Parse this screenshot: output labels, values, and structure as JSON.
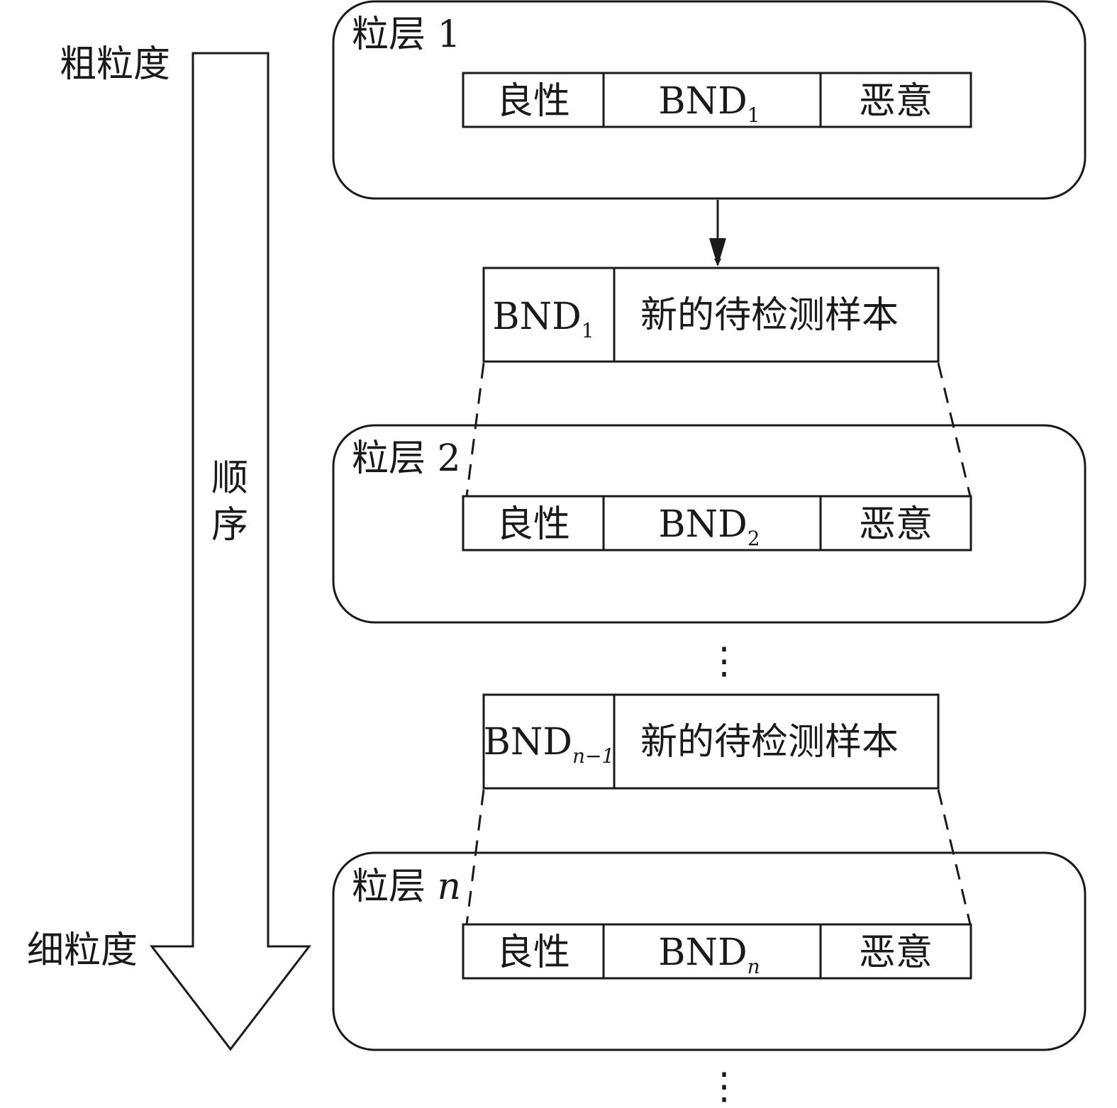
{
  "axis": {
    "top_label": "粗粒度",
    "bottom_label": "细粒度",
    "middle_label_1": "顺",
    "middle_label_2": "序"
  },
  "layers": [
    {
      "title": "粒层 1",
      "cells": {
        "left": "良性",
        "bnd_base": "BND",
        "bnd_sub": "1",
        "right": "恶意"
      }
    },
    {
      "title": "粒层 2",
      "cells": {
        "left": "良性",
        "bnd_base": "BND",
        "bnd_sub": "2",
        "right": "恶意"
      }
    },
    {
      "title_prefix": "粒层 ",
      "title_var": "n",
      "cells": {
        "left": "良性",
        "bnd_base": "BND",
        "bnd_sub": "n",
        "right": "恶意"
      }
    }
  ],
  "samples": [
    {
      "bnd_base": "BND",
      "bnd_sub": "1",
      "text": "新的待检测样本"
    },
    {
      "bnd_base": "BND",
      "bnd_sub": "n−1",
      "text": "新的待检测样本"
    }
  ],
  "ellipsis": "⋮"
}
